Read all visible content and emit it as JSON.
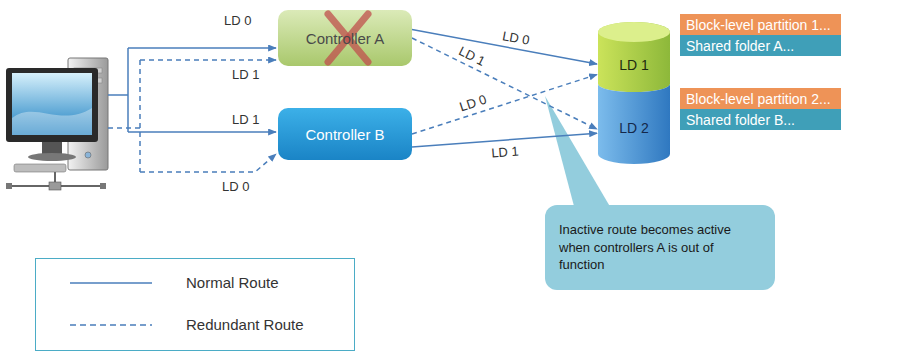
{
  "diagram": {
    "nodes": [
      {
        "text": [
          "Controller A"
        ]
      },
      {
        "text": [
          "Controller B"
        ]
      },
      {
        "text": [
          "LD 1"
        ]
      },
      {
        "text": [
          "LD 2"
        ]
      },
      {
        "text": [
          "Block-level partition 1..."
        ]
      },
      {
        "text": [
          "Shared folder A..."
        ]
      },
      {
        "text": [
          "Block-level partition 2..."
        ]
      },
      {
        "text": [
          "Shared folder B..."
        ]
      },
      {
        "text": [
          "Inactive route becomes active when controllers A is out of function"
        ]
      }
    ],
    "edges": [
      {
        "from": 0,
        "to": 2,
        "label": "LD 0",
        "arrow": "to"
      },
      {
        "from": 0,
        "to": 3,
        "label": "LD 1",
        "arrow": "to"
      },
      {
        "from": 1,
        "to": 2,
        "label": "LD 0",
        "arrow": "to"
      },
      {
        "from": 1,
        "to": 3,
        "label": "LD 1",
        "arrow": "to"
      }
    ],
    "labels": [
      "LD 0",
      "LD 1",
      "LD 1",
      "LD 0"
    ],
    "legend": [
      {
        "text": "Normal Route"
      },
      {
        "text": "Redundant Route"
      }
    ]
  }
}
